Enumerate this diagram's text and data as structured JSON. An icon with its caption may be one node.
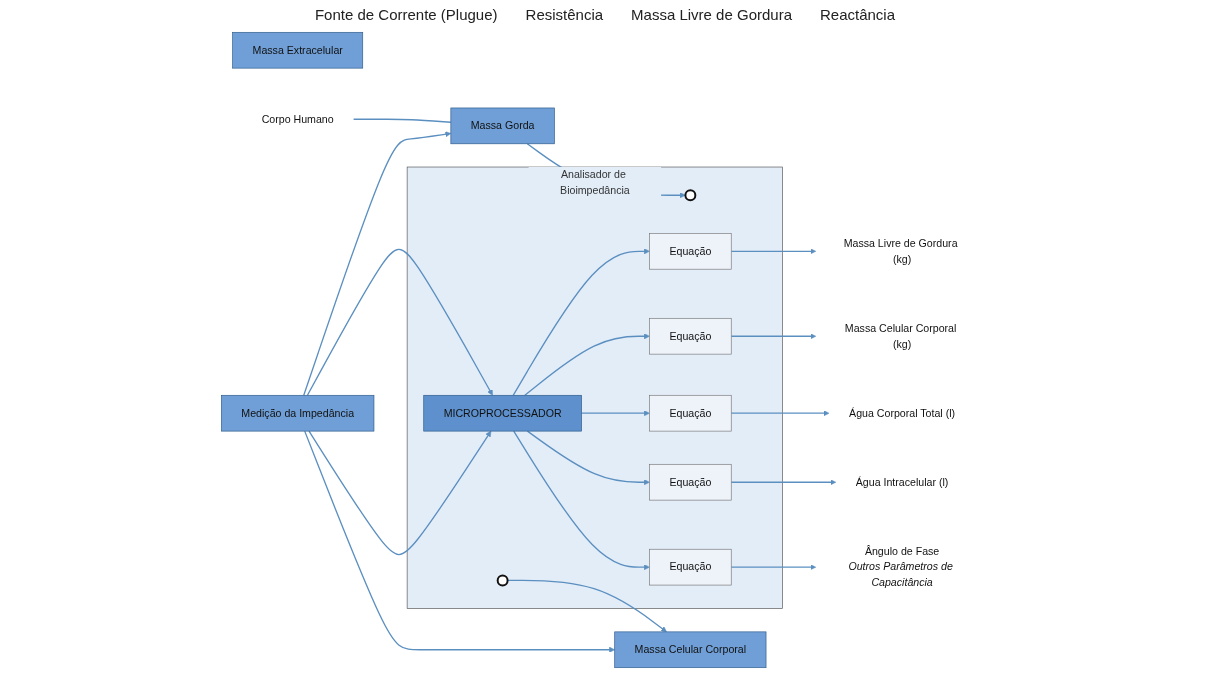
{
  "diagram": {
    "nodes": [
      {
        "text": [
          "Massa Celular Corporal"
        ]
      },
      {
        "text": [
          "Massa Extracelular"
        ]
      },
      {
        "text": [
          "Massa Gorda"
        ]
      },
      {
        "text": [
          "Corpo Humano"
        ]
      },
      {
        "text": [
          "Analisador de Bioimpedância"
        ]
      },
      {
        "text": [],
        "shape": "circle",
        "in": 4
      },
      {
        "text": [
          "Medição da Impedância"
        ]
      },
      {
        "text": [],
        "shape": "circle",
        "in": 4
      },
      {
        "text": [
          "MICROPROCESSADOR"
        ],
        "in": 4
      },
      {
        "text": [
          "Equação"
        ],
        "in": 4
      },
      {
        "text": [
          "Equação"
        ],
        "in": 4
      },
      {
        "text": [
          "Equação"
        ],
        "in": 4
      },
      {
        "text": [
          "Equação"
        ],
        "in": 4
      },
      {
        "text": [
          "Equação"
        ],
        "in": 4
      },
      {
        "text": [
          "Massa Livre de Gordura (kg)"
        ]
      },
      {
        "text": [
          "Massa Celular Corporal (kg)"
        ]
      },
      {
        "text": [
          "Água Corporal Total (l)"
        ]
      },
      {
        "text": [
          "Água Intracelular (l)"
        ]
      },
      {
        "text": [
          "Ângulo de Fase",
          "Outros Parâmetros de Capacitância"
        ]
      }
    ],
    "edges": [
      {
        "from": 5,
        "to": 0,
        "arrow": "to"
      },
      {
        "from": 6,
        "to": 0,
        "arrow": "to"
      },
      {
        "from": 6,
        "to": 2,
        "arrow": "to"
      },
      {
        "from": 3,
        "to": 2,
        "arrow": "none"
      },
      {
        "from": 2,
        "to": 7,
        "arrow": "to"
      },
      {
        "from": 6,
        "to": 8,
        "arrow": "to"
      },
      {
        "from": 6,
        "to": 8,
        "arrow": "to"
      },
      {
        "from": 8,
        "to": 9,
        "arrow": "to"
      },
      {
        "from": 8,
        "to": 10,
        "arrow": "to"
      },
      {
        "from": 8,
        "to": 11,
        "arrow": "to"
      },
      {
        "from": 8,
        "to": 12,
        "arrow": "to"
      },
      {
        "from": 8,
        "to": 13,
        "arrow": "to"
      },
      {
        "from": 9,
        "to": 14,
        "arrow": "to"
      },
      {
        "from": 10,
        "to": 15,
        "arrow": "to"
      },
      {
        "from": 11,
        "to": 16,
        "arrow": "to"
      },
      {
        "from": 12,
        "to": 17,
        "arrow": "to"
      },
      {
        "from": 13,
        "to": 18,
        "arrow": "to"
      }
    ],
    "labels": [
      "Fonte de Corrente (Plugue)",
      "Resistência",
      "Massa Livre de Gordura",
      "Reactância"
    ]
  }
}
